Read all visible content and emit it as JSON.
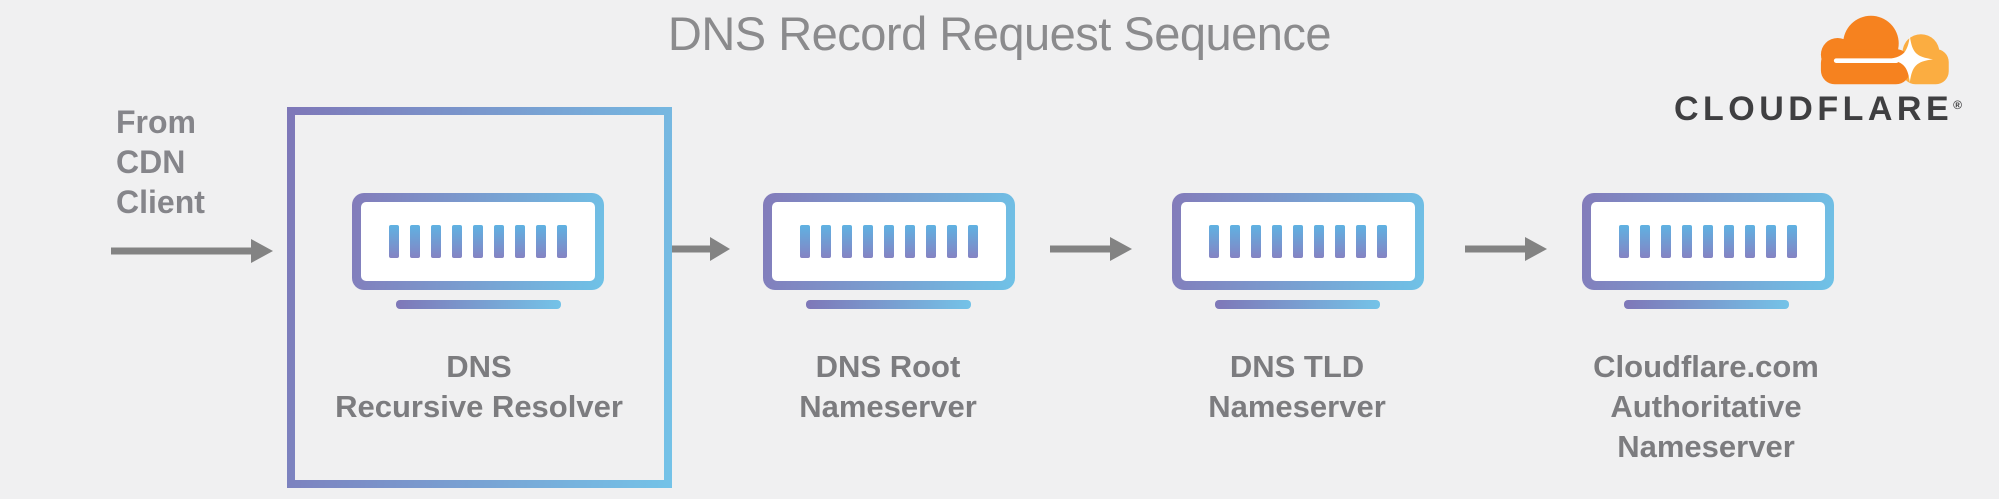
{
  "title": "DNS Record Request Sequence",
  "source": {
    "label": "From\nCDN\nClient"
  },
  "logo": {
    "brand": "CLOUDFLARE",
    "registered": "®",
    "icon": "cloudflare-cloud-icon"
  },
  "nodes": [
    {
      "id": "dns-recursive-resolver",
      "label": "DNS\nRecursive Resolver",
      "icon": "server-monitor-icon",
      "highlighted": true
    },
    {
      "id": "dns-root-nameserver",
      "label": "DNS Root\nNameserver",
      "icon": "server-monitor-icon",
      "highlighted": false
    },
    {
      "id": "dns-tld-nameserver",
      "label": "DNS TLD\nNameserver",
      "icon": "server-monitor-icon",
      "highlighted": false
    },
    {
      "id": "cloudflare-authoritative-nameserver",
      "label": "Cloudflare.com\nAuthoritative\nNameserver",
      "icon": "server-monitor-icon",
      "highlighted": false
    }
  ],
  "arrows": [
    {
      "id": "arrow-client-to-resolver"
    },
    {
      "id": "arrow-resolver-to-root"
    },
    {
      "id": "arrow-root-to-tld"
    },
    {
      "id": "arrow-tld-to-authoritative"
    }
  ],
  "colors": {
    "purple": "#7e77b8",
    "blue": "#74c3e8",
    "arrow_gray": "#838383",
    "orange": "#f6821f",
    "light_orange": "#fbad41",
    "background": "#f0f0f1",
    "text_gray": "#7c7c7f",
    "logo_text": "#3f3f41"
  }
}
